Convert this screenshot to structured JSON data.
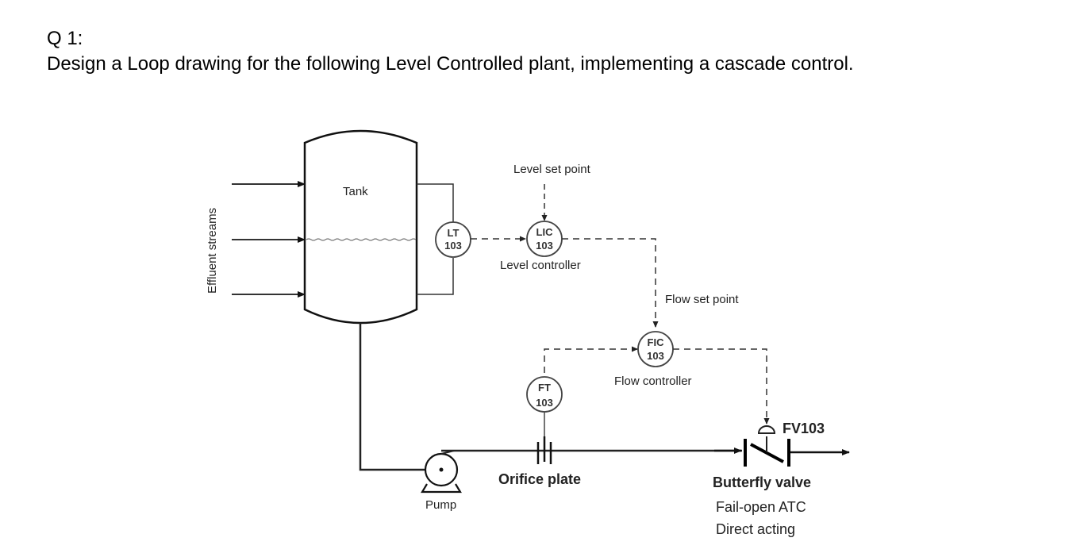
{
  "question": {
    "number": "Q 1:",
    "text": "Design a Loop drawing for the following Level Controlled plant, implementing a cascade control."
  },
  "diagram": {
    "inlet_label": "Effluent streams",
    "tank_label": "Tank",
    "pump_label": "Pump",
    "orifice_label": "Orifice plate",
    "level_setpoint_label": "Level set point",
    "level_controller_label": "Level controller",
    "flow_setpoint_label": "Flow set point",
    "flow_controller_label": "Flow controller",
    "instruments": {
      "lt": {
        "function": "LT",
        "loop": "103"
      },
      "lic": {
        "function": "LIC",
        "loop": "103"
      },
      "fic": {
        "function": "FIC",
        "loop": "103"
      },
      "ft": {
        "function": "FT",
        "loop": "103"
      }
    },
    "valve": {
      "tag": "FV103",
      "type": "Butterfly valve",
      "fail_mode": "Fail-open ATC",
      "action": "Direct acting"
    }
  }
}
